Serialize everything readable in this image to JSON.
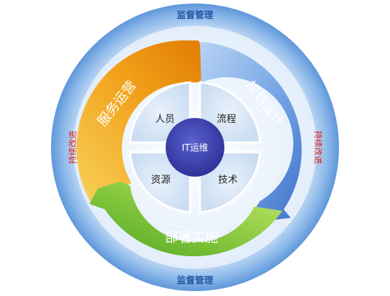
{
  "top_label": "监督管理",
  "bottom_label": "监督管理",
  "left_side_label": "持续改进",
  "right_side_label": "持续改进",
  "arcs": [
    {
      "name": "service-operation",
      "label": "服务运营",
      "color": "#f0a000"
    },
    {
      "name": "planning-design",
      "label": "规划设计",
      "color": "#5b8fd6"
    },
    {
      "name": "deployment",
      "label": "部署实施",
      "color": "#7cc63a"
    }
  ],
  "quadrants": [
    {
      "label": "人员"
    },
    {
      "label": "流程"
    },
    {
      "label": "资源"
    },
    {
      "label": "技术"
    }
  ],
  "center_label": "IT运维",
  "colors": {
    "outer_ring": "#7fb2e8",
    "inner_band": "#e8f1fb",
    "center_disc": "#3e44b0",
    "side_label_text": "#e3221e",
    "ring_label_text": "#2457a6"
  }
}
